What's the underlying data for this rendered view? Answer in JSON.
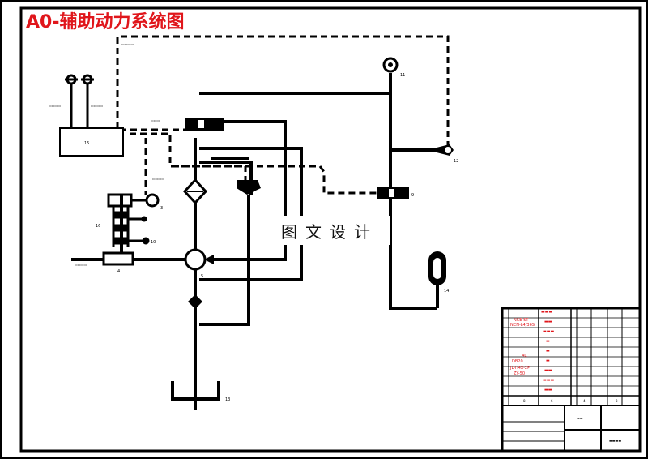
{
  "title": "A0-辅助动力系统图",
  "watermark": "图文设计",
  "colors": {
    "line": "#000000",
    "title": "#e0161b",
    "table_text": "#e0161b",
    "background": "#ffffff"
  },
  "component_numbers": [
    "11",
    "12",
    "13",
    "14",
    "15",
    "16",
    "3",
    "4",
    "5",
    "9",
    "10"
  ],
  "parts_table": {
    "rows": [
      "NCE-5T",
      "NCN-L4/36S",
      "AC",
      "DB20",
      "JL-H4X-2P",
      "ZY-50"
    ],
    "column_labels": [
      "8",
      "6",
      "4",
      "3"
    ]
  }
}
